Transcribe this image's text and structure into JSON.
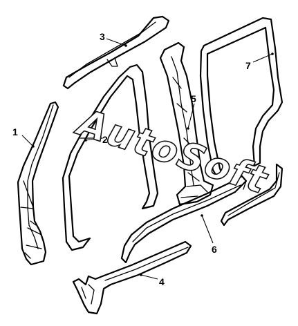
{
  "watermark": "AutoSoft",
  "callouts": [
    {
      "id": "1",
      "label": "1",
      "part": "front-pillar-trim"
    },
    {
      "id": "2",
      "label": "2",
      "part": "front-door-weatherstrip"
    },
    {
      "id": "3",
      "label": "3",
      "part": "roof-side-trim"
    },
    {
      "id": "4",
      "label": "4",
      "part": "front-sill-plate"
    },
    {
      "id": "5",
      "label": "5",
      "part": "center-pillar-trim"
    },
    {
      "id": "6",
      "label": "6",
      "part": "side-sill-trim"
    },
    {
      "id": "7",
      "label": "7",
      "part": "rear-door-weatherstrip"
    }
  ]
}
